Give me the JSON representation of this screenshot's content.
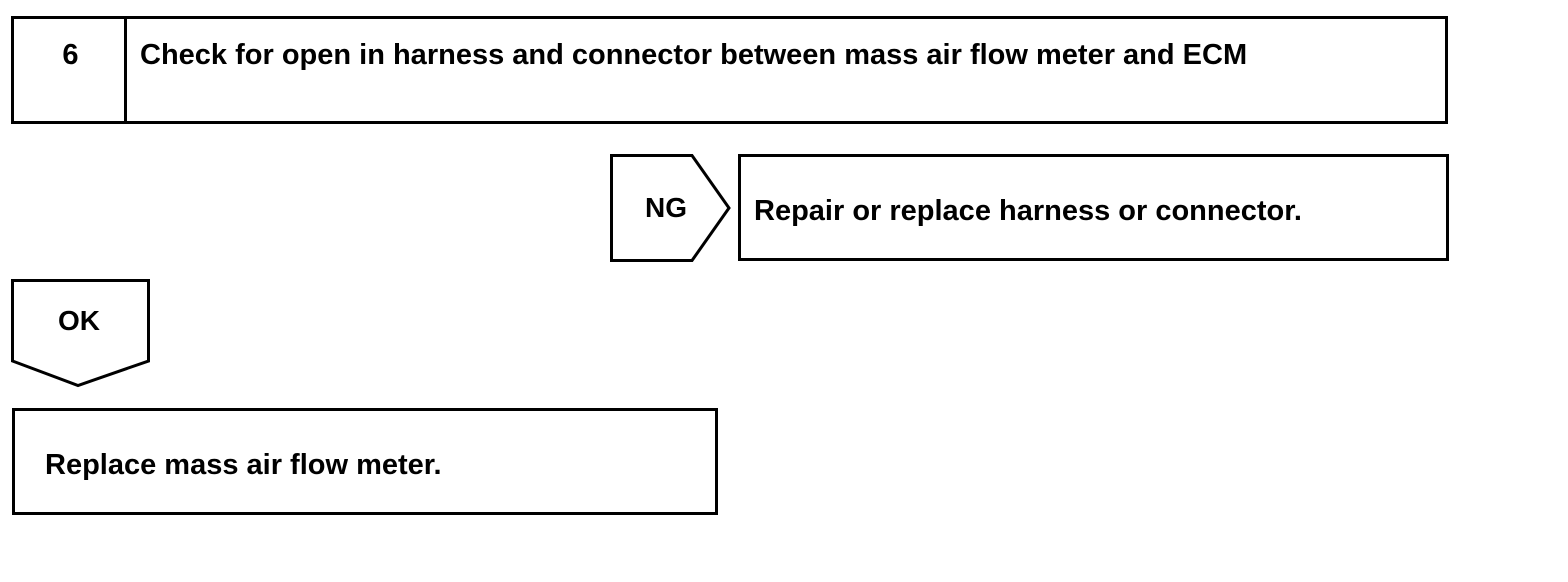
{
  "step": {
    "number": "6",
    "title": "Check for open in harness and connector between mass air flow meter and ECM"
  },
  "ng_branch": {
    "label": "NG",
    "result": "Repair or replace harness or connector."
  },
  "ok_branch": {
    "label": "OK",
    "result": "Replace mass air flow meter."
  }
}
